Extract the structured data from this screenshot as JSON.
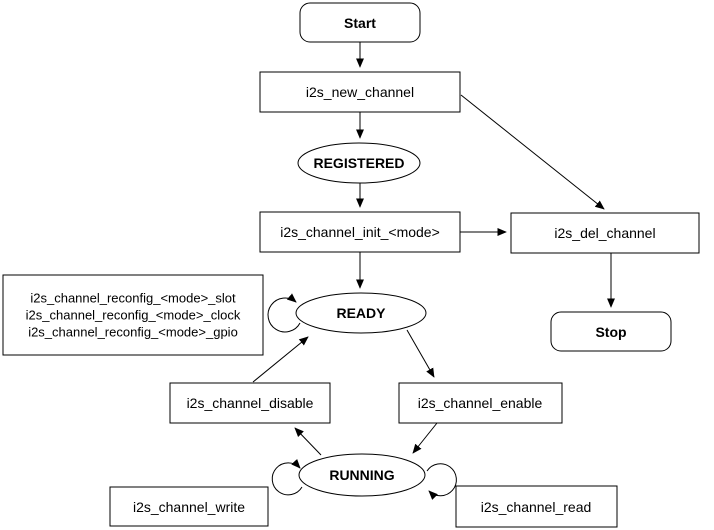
{
  "colors": {
    "state_text": "#1767D2",
    "node_fill": "#FFFFFF",
    "node_border": "#000000",
    "edge": "#000000"
  },
  "nodes": {
    "start": {
      "label": "Start"
    },
    "new_channel": {
      "label": "i2s_new_channel"
    },
    "registered": {
      "label": "REGISTERED"
    },
    "init": {
      "label": "i2s_channel_init_<mode>"
    },
    "del_channel": {
      "label": "i2s_del_channel"
    },
    "stop": {
      "label": "Stop"
    },
    "reconfig": {
      "lines": [
        "i2s_channel_reconfig_<mode>_slot",
        "i2s_channel_reconfig_<mode>_clock",
        "i2s_channel_reconfig_<mode>_gpio"
      ]
    },
    "ready": {
      "label": "READY"
    },
    "disable": {
      "label": "i2s_channel_disable"
    },
    "enable": {
      "label": "i2s_channel_enable"
    },
    "running": {
      "label": "RUNNING"
    },
    "write": {
      "label": "i2s_channel_write"
    },
    "read": {
      "label": "i2s_channel_read"
    }
  }
}
